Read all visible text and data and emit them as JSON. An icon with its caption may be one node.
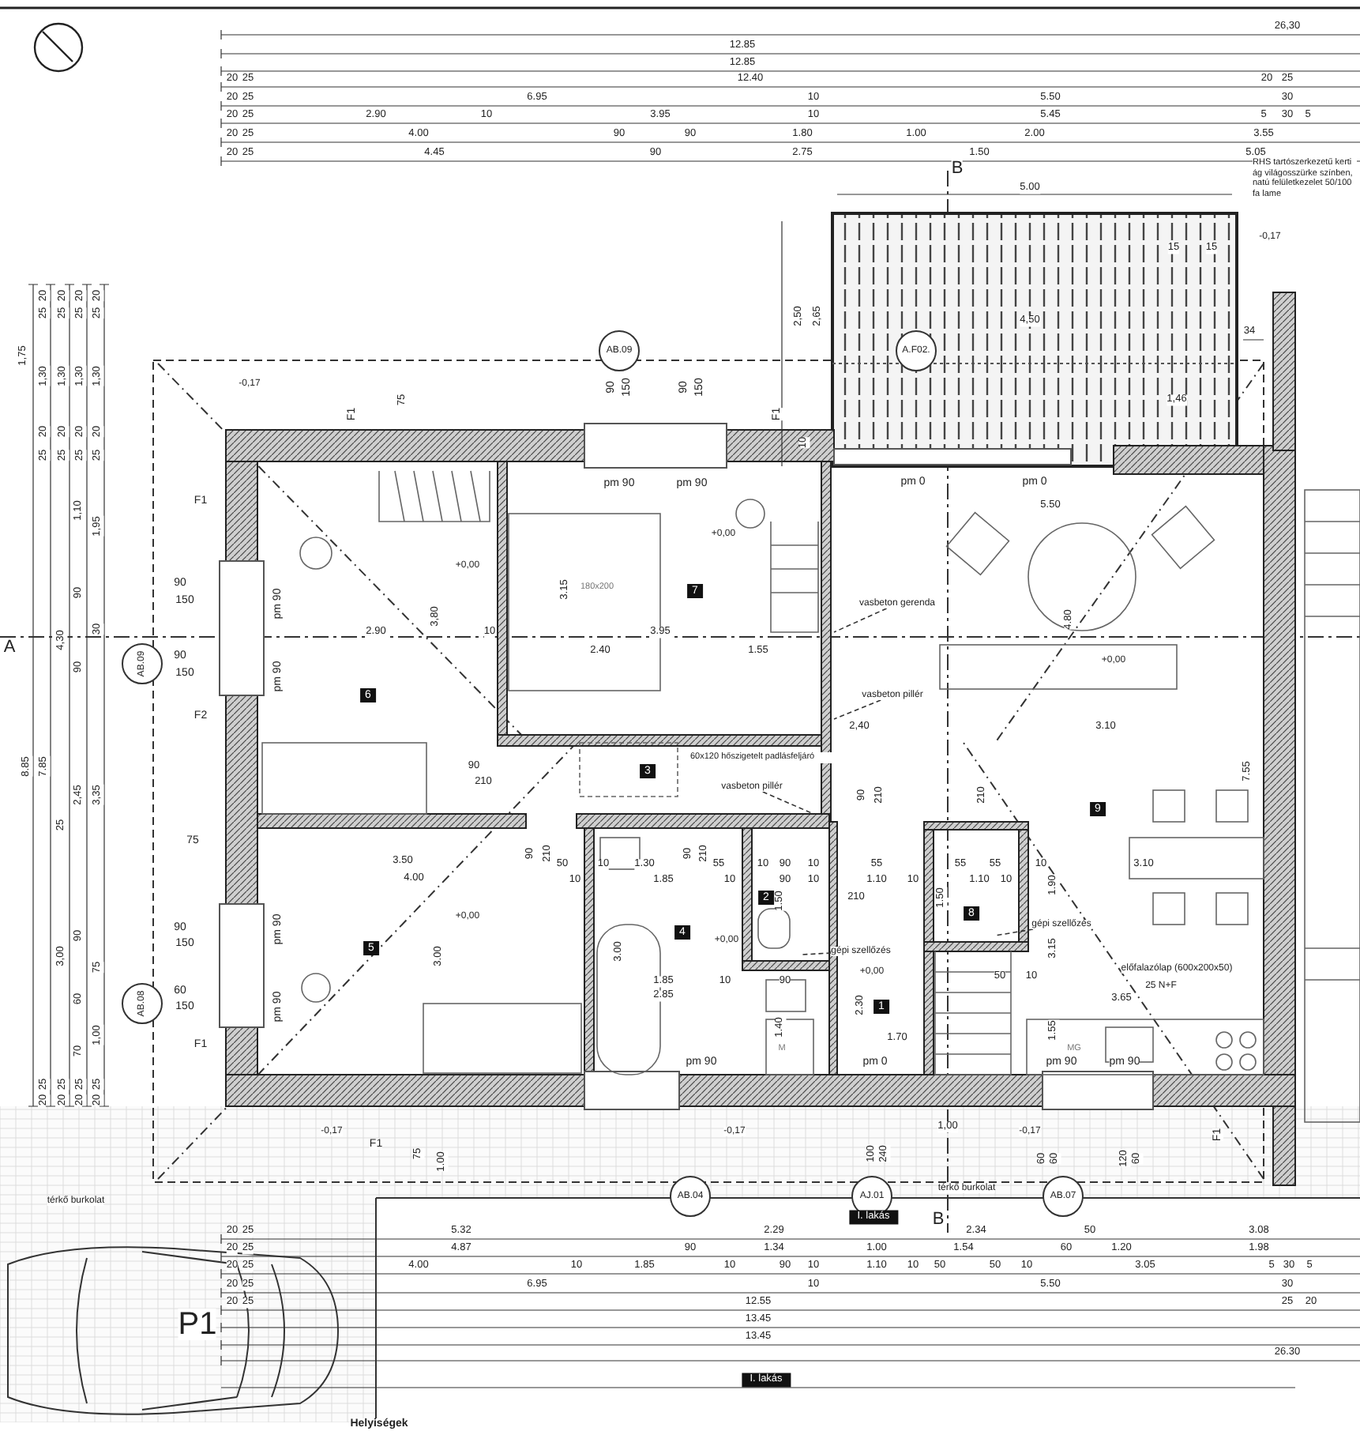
{
  "diagram": {
    "nodes": [
      {
        "text": [
          "7"
        ]
      },
      {
        "text": [
          "6"
        ]
      },
      {
        "text": [
          "3"
        ]
      },
      {
        "text": [
          "2"
        ]
      },
      {
        "text": [
          "8"
        ]
      },
      {
        "text": [
          "9"
        ]
      },
      {
        "text": [
          "4"
        ]
      },
      {
        "text": [
          "5"
        ]
      },
      {
        "text": [
          "1"
        ]
      },
      {
        "text": [
          "AB.09"
        ]
      },
      {
        "text": [
          "AB.09"
        ]
      },
      {
        "text": [
          "AB.08"
        ]
      },
      {
        "text": [
          "A.F02."
        ]
      },
      {
        "text": [
          "AB.04"
        ]
      },
      {
        "text": [
          "AJ.01"
        ]
      },
      {
        "text": [
          "AB.07"
        ]
      },
      {
        "text": [
          "I. lakás"
        ]
      },
      {
        "text": [
          "I. lakás"
        ]
      },
      {
        "text": [
          "vasbeton gerenda"
        ]
      },
      {
        "text": [
          "vasbeton pillér"
        ]
      },
      {
        "text": [
          "vasbeton pillér"
        ]
      },
      {
        "text": [
          "gépi szellőzés"
        ]
      },
      {
        "text": [
          "gépi szellőzés"
        ]
      }
    ],
    "edges": [
      {
        "from": 18,
        "to": null,
        "arrow": "none",
        "style": "dashed"
      },
      {
        "from": 19,
        "to": null,
        "arrow": "none",
        "style": "dashed"
      },
      {
        "from": 20,
        "to": null,
        "arrow": "none",
        "style": "dashed"
      },
      {
        "from": 21,
        "to": null,
        "arrow": "none",
        "style": "dashed"
      },
      {
        "from": 22,
        "to": null,
        "arrow": "none",
        "style": "dashed"
      }
    ],
    "labels": [
      "26,30",
      "12.85",
      "12.85",
      "20",
      "25",
      "12.40",
      "20",
      "25",
      "20",
      "25",
      "6.95",
      "10",
      "5.50",
      "30",
      "20",
      "25",
      "2.90",
      "10",
      "3.95",
      "10",
      "5.45",
      "5",
      "30",
      "5",
      "20",
      "25",
      "4.00",
      "90",
      "90",
      "1.80",
      "1.00",
      "2.00",
      "3.55",
      "20",
      "25",
      "4.45",
      "90",
      "2.75",
      "1.50",
      "5.05",
      "B",
      "RHS tartószerkezetű kerti ág világosszürke színben, natú felületkezelet 50/100 fa lame",
      "5.00",
      "-0,17",
      "15",
      "15",
      "2,50",
      "2,65",
      "4,50",
      "34",
      "10",
      "1,46",
      "pm 0",
      "pm 0",
      "5.50",
      "F1",
      "F1",
      "75",
      "-0,17",
      "20",
      "25",
      "20",
      "25",
      "20",
      "25",
      "20",
      "25",
      "20",
      "25",
      "20",
      "25",
      "20",
      "25",
      "20",
      "25",
      "1,75",
      "1,30",
      "1,30",
      "1,30",
      "1,30",
      "1,10",
      "90",
      "90",
      "2,45",
      "90",
      "60",
      "70",
      "1,95",
      "30",
      "3,35",
      "75",
      "1,00",
      "4,30",
      "25",
      "3,00",
      "8.85",
      "7.85",
      "25",
      "20",
      "25",
      "20",
      "25",
      "20",
      "25",
      "20",
      "90",
      "150",
      "pm 90",
      "90",
      "150",
      "pm 90",
      "75",
      "90",
      "150",
      "pm 90",
      "60",
      "150",
      "pm 90",
      "F1",
      "F2",
      "F1",
      "A",
      "90",
      "150",
      "90",
      "150",
      "pm 90",
      "pm 90",
      "+0,00",
      "+0,00",
      "3,80",
      "3.15",
      "180x200",
      "2.90",
      "10",
      "3.95",
      "2.40",
      "1.55",
      "2,40",
      "3.10",
      "4.80",
      "+0,00",
      "60x120 hőszigetelt padlásfeljáró",
      "90",
      "210",
      "7.55",
      "90",
      "210",
      "210",
      "90",
      "210",
      "90",
      "210",
      "50",
      "10",
      "1.30",
      "55",
      "10",
      "90",
      "10",
      "55",
      "55",
      "55",
      "10",
      "3.10",
      "10",
      "1.85",
      "10",
      "90",
      "10",
      "1.10",
      "10",
      "1.10",
      "10",
      "1.50",
      "210",
      "1.50",
      "1.90",
      "+0,00",
      "+0,00",
      "3.00",
      "3.15",
      "1.85",
      "10",
      "90",
      "2.85",
      "2.30",
      "50",
      "10",
      "előfalazólap (600x200x50)",
      "25 N+F",
      "3.65",
      "1.40",
      "1.55",
      "1.70",
      "M",
      "MG",
      "pm 90",
      "pm 0",
      "pm 90",
      "pm 90",
      "3.50",
      "4.00",
      "+0,00",
      "3.00",
      "-0,17",
      "F1",
      "75",
      "1.00",
      "-0,17",
      "1,00",
      "100",
      "240",
      "-0,17",
      "60",
      "60",
      "120",
      "60",
      "F1",
      "térkő burkolat",
      "térkő burkolat",
      "20",
      "25",
      "5.32",
      "2.29",
      "2.34",
      "50",
      "3.08",
      "20",
      "25",
      "4.87",
      "90",
      "1.34",
      "1.00",
      "1.54",
      "60",
      "1.20",
      "1.98",
      "20",
      "25",
      "4.00",
      "10",
      "1.85",
      "10",
      "90",
      "10",
      "1.10",
      "10",
      "50",
      "50",
      "10",
      "3.05",
      "5",
      "30",
      "5",
      "20",
      "25",
      "6.95",
      "10",
      "5.50",
      "30",
      "20",
      "25",
      "12.55",
      "25",
      "20",
      "13.45",
      "13.45",
      "26.30",
      "B",
      "P1",
      "Helyiségek"
    ]
  }
}
